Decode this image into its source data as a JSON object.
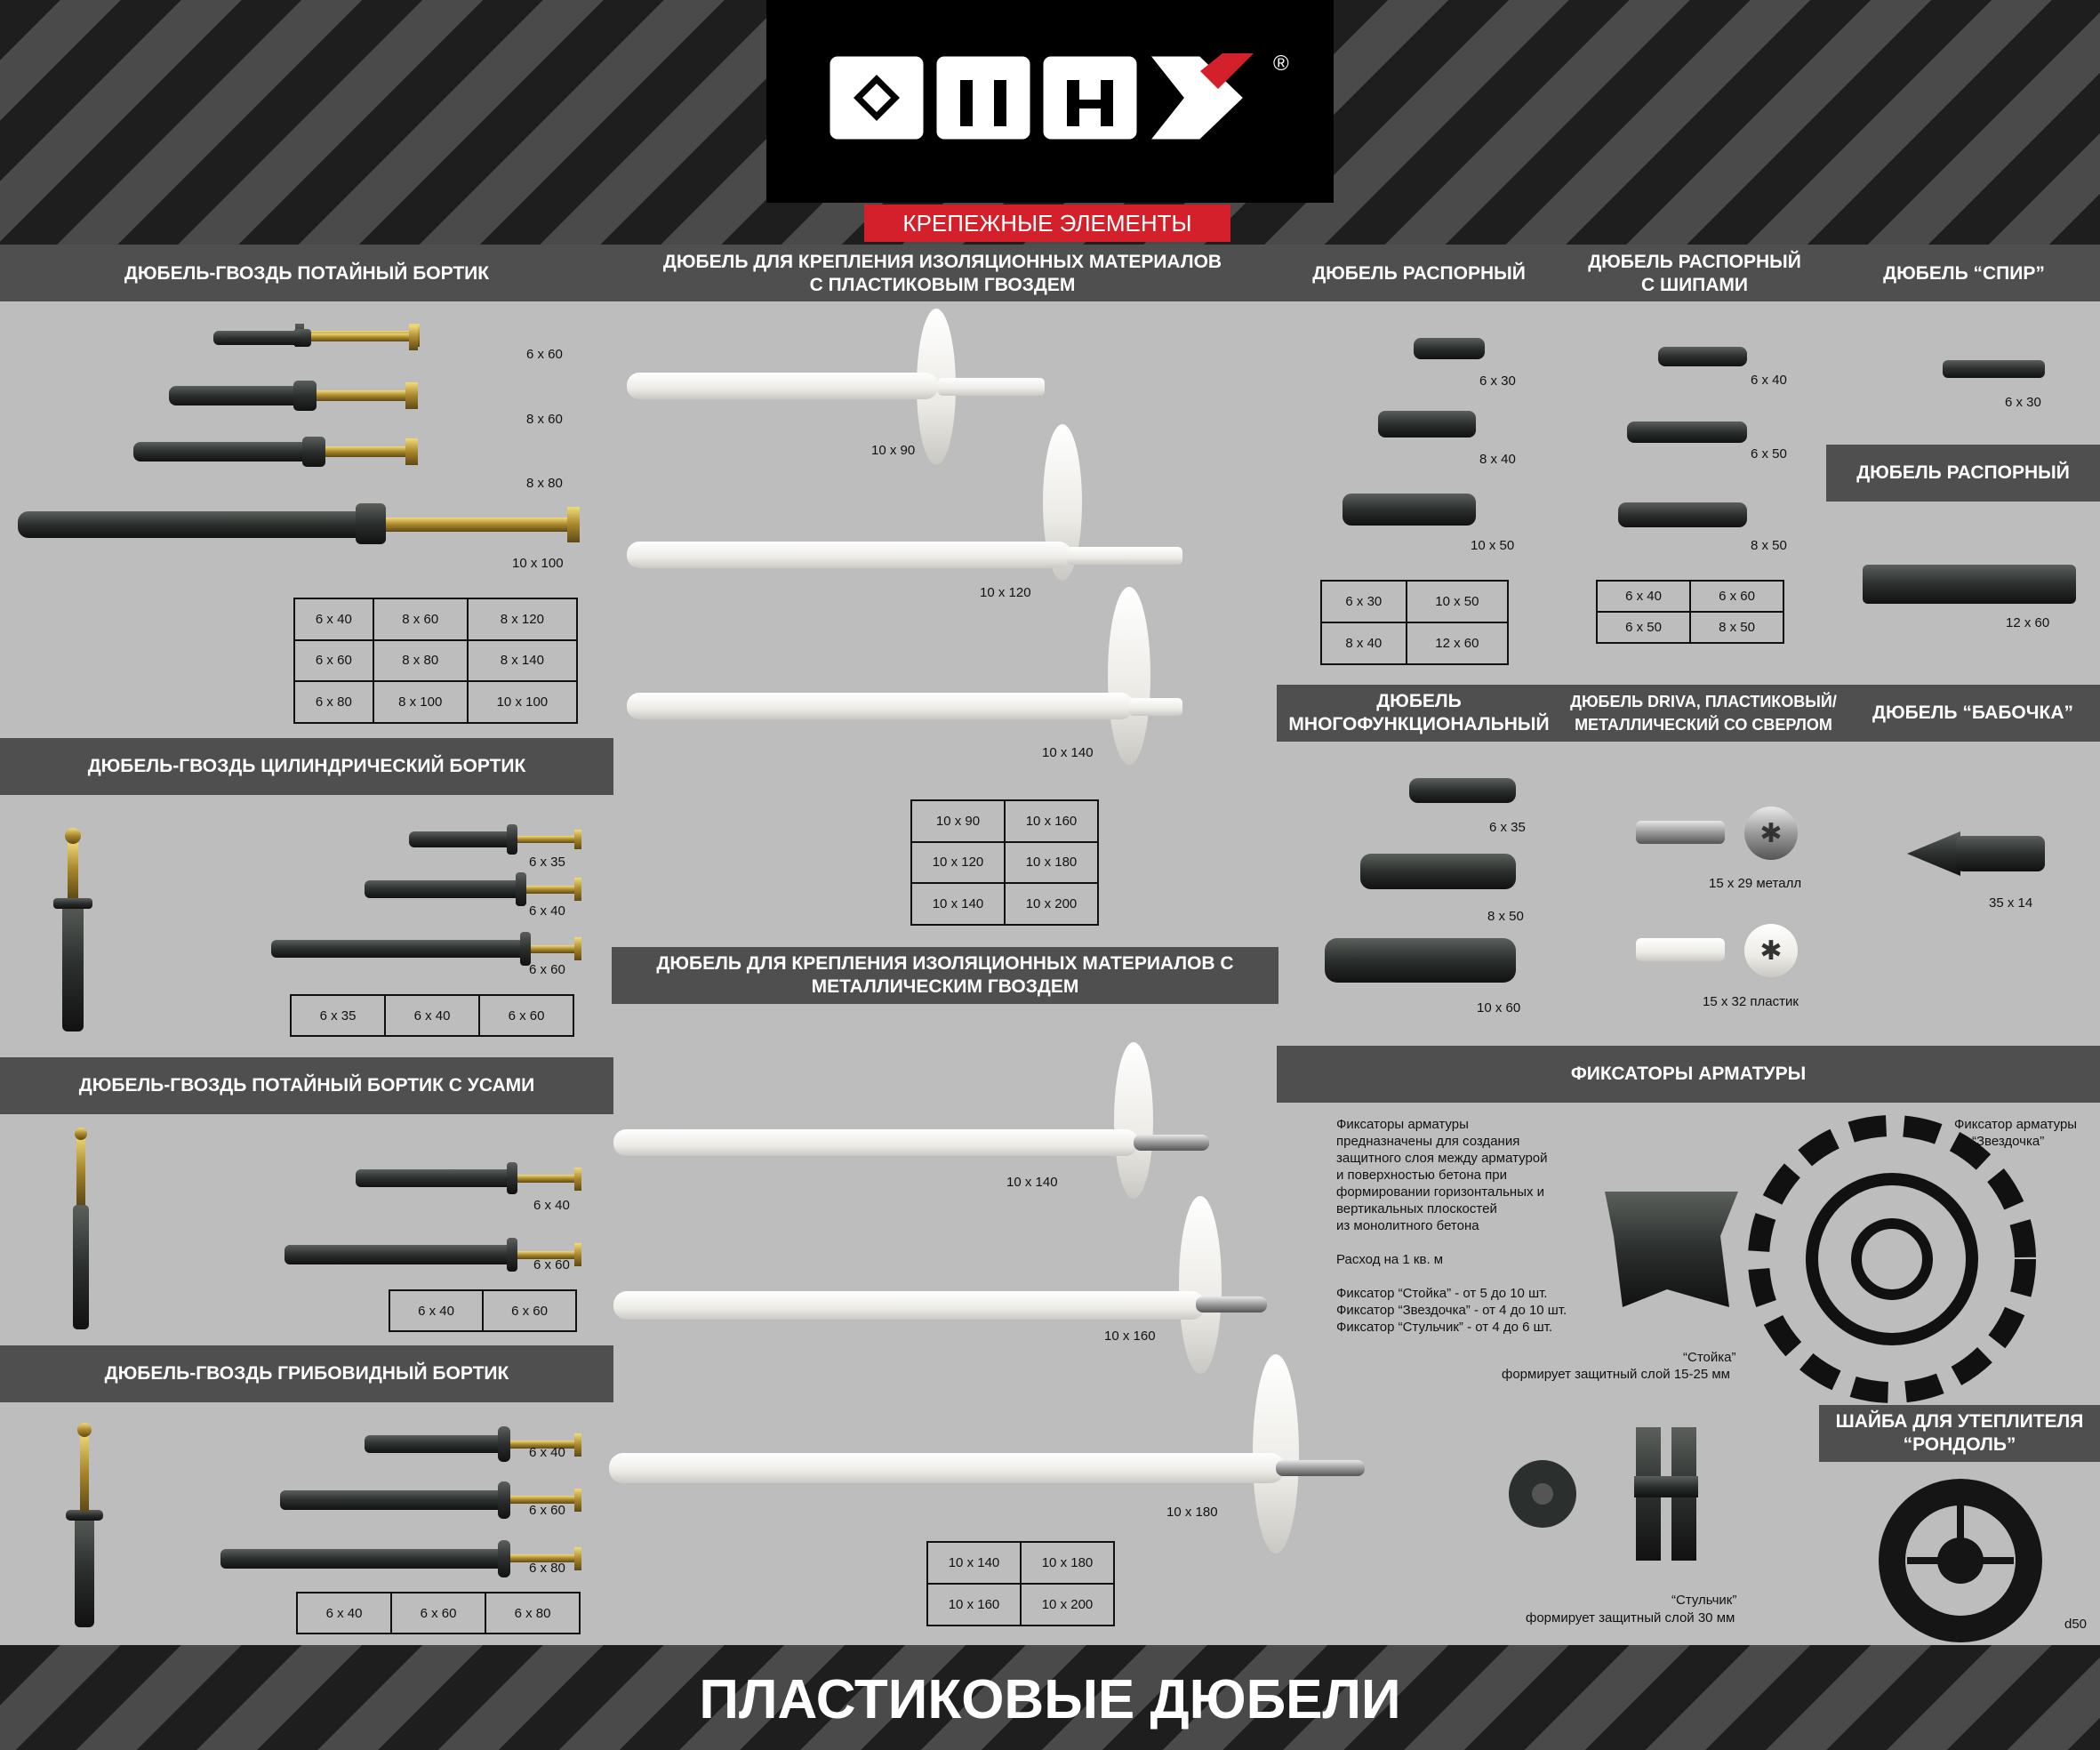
{
  "brand": {
    "logo": "OMAX",
    "registered": "®",
    "tagline": "КРЕПЕЖНЫЕ ЭЛЕМЕНТЫ"
  },
  "footer": {
    "title": "ПЛАСТИКОВЫЕ ДЮБЕЛИ"
  },
  "colors": {
    "accent_red": "#d4202a",
    "band": "#4f4f4f",
    "panel": "#bdbdbd"
  },
  "sections": {
    "countersunk": {
      "title": "ДЮБЕЛЬ-ГВОЗДЬ ПОТАЙНЫЙ БОРТИК",
      "labels": [
        "6 x 60",
        "8 x 60",
        "8 x 80",
        "10 x 100"
      ],
      "table": [
        [
          "6 x 40",
          "8 x 60",
          "8 x 120"
        ],
        [
          "6 x 60",
          "8 x 80",
          "8 x 140"
        ],
        [
          "6 x 80",
          "8 x 100",
          "10 x 100"
        ]
      ]
    },
    "cylindrical": {
      "title": "ДЮБЕЛЬ-ГВОЗДЬ ЦИЛИНДРИЧЕСКИЙ БОРТИК",
      "labels": [
        "6 x 35",
        "6 x 40",
        "6 x 60"
      ],
      "table": [
        [
          "6 x 35",
          "6 x 40",
          "6 x 60"
        ]
      ]
    },
    "whiskers": {
      "title": "ДЮБЕЛЬ-ГВОЗДЬ ПОТАЙНЫЙ БОРТИК С УСАМИ",
      "labels": [
        "6 x 40",
        "6 x 60"
      ],
      "table": [
        [
          "6 x 40",
          "6 x 60"
        ]
      ]
    },
    "mushroom": {
      "title": "ДЮБЕЛЬ-ГВОЗДЬ ГРИБОВИДНЫЙ БОРТИК",
      "labels": [
        "6 x 40",
        "6 x 60",
        "6 x 80"
      ],
      "table": [
        [
          "6 x 40",
          "6 x 60",
          "6 x 80"
        ]
      ]
    },
    "insul_plastic": {
      "title1": "ДЮБЕЛЬ ДЛЯ КРЕПЛЕНИЯ ИЗОЛЯЦИОННЫХ МАТЕРИАЛОВ",
      "title2": "С ПЛАСТИКОВЫМ ГВОЗДЕМ",
      "labels": [
        "10 x 90",
        "10 x 120",
        "10 x 140"
      ],
      "table": [
        [
          "10 x 90",
          "10 x 160"
        ],
        [
          "10 x 120",
          "10 x 180"
        ],
        [
          "10 x 140",
          "10 x 200"
        ]
      ]
    },
    "insul_metal": {
      "title1": "ДЮБЕЛЬ ДЛЯ КРЕПЛЕНИЯ ИЗОЛЯЦИОННЫХ МАТЕРИАЛОВ С",
      "title2": "МЕТАЛЛИЧЕСКИМ ГВОЗДЕМ",
      "labels": [
        "10 x 140",
        "10 x 160",
        "10 x 180"
      ],
      "table": [
        [
          "10 x 140",
          "10 x 180"
        ],
        [
          "10 x 160",
          "10 x 200"
        ]
      ]
    },
    "expansion": {
      "title": "ДЮБЕЛЬ РАСПОРНЫЙ",
      "labels": [
        "6 x 30",
        "8 x 40",
        "10 x 50"
      ],
      "table": [
        [
          "6 x 30",
          "10 x 50"
        ],
        [
          "8 x 40",
          "12 x 60"
        ]
      ]
    },
    "spikes": {
      "title1": "ДЮБЕЛЬ РАСПОРНЫЙ",
      "title2": "С ШИПАМИ",
      "labels": [
        "6 x 40",
        "6 x 50",
        "8 x 50"
      ],
      "table": [
        [
          "6 x 40",
          "6 x 60"
        ],
        [
          "6 x 50",
          "8 x 50"
        ]
      ]
    },
    "spir": {
      "title": "ДЮБЕЛЬ “СПИР”",
      "label": "6 x 30"
    },
    "expansion2": {
      "title": "ДЮБЕЛЬ РАСПОРНЫЙ",
      "label": "12 x 60"
    },
    "multi": {
      "title1": "ДЮБЕЛЬ",
      "title2": "МНОГОФУНКЦИОНАЛЬНЫЙ",
      "labels": [
        "6 x 35",
        "8 x 50",
        "10 x 60"
      ]
    },
    "driva": {
      "title1": "ДЮБЕЛЬ DRIVA, ПЛАСТИКОВЫЙ/",
      "title2": "МЕТАЛЛИЧЕСКИЙ СО СВЕРЛОМ",
      "labels": [
        "15 x 29 металл",
        "15 x 32 пластик"
      ]
    },
    "butterfly": {
      "title": "ДЮБЕЛЬ “БАБОЧКА”",
      "label": "35 x 14"
    },
    "rebar": {
      "title": "ФИКСАТОРЫ АРМАТУРЫ",
      "description": [
        "Фиксаторы арматуры",
        "предназначены для создания",
        "защитного слоя между арматурой",
        "и поверхностью бетона при",
        "формировании горизонтальных и",
        "вертикальных плоскостей",
        "из монолитного бетона"
      ],
      "consumption": "Расход на 1 кв. м",
      "rates": [
        "Фиксатор “Стойка” - от 5 до 10 шт.",
        "Фиксатор “Звездочка” - от 4 до 10 шт.",
        "Фиксатор “Стульчик” - от 4 до 6 шт."
      ],
      "stand_name": "“Стойка”",
      "stand_desc": "формирует защитный слой 15-25 мм",
      "star_name1": "Фиксатор арматуры",
      "star_name2": "“Звездочка”",
      "chair_name": "“Стульчик”",
      "chair_desc": "формирует защитный слой 30 мм"
    },
    "washer": {
      "title1": "ШАЙБА ДЛЯ УТЕПЛИТЕЛЯ",
      "title2": "“РОНДОЛЬ”",
      "label": "d50"
    }
  }
}
